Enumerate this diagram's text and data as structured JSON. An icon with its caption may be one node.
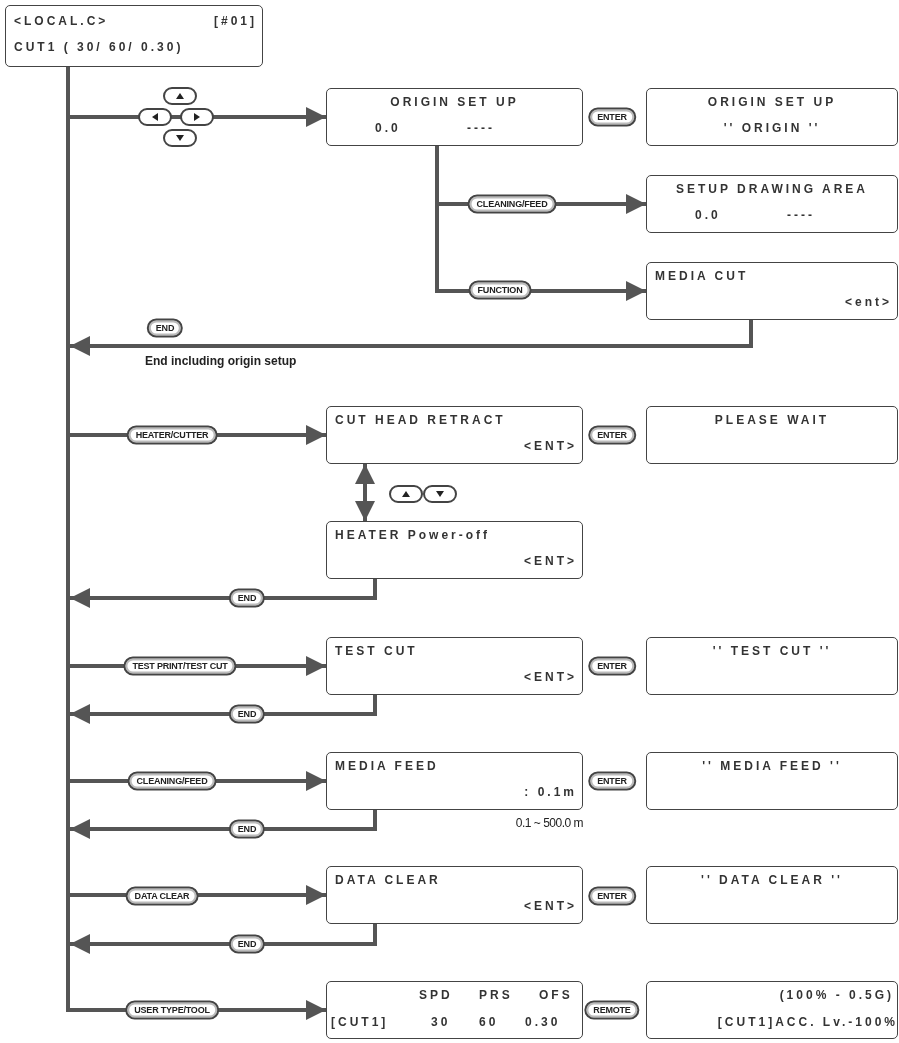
{
  "diagram": {
    "nodes": [
      {
        "text": [
          "<LOCAL.C>",
          "[#01]",
          "CUT1 ( 30/ 60/ 0.30)"
        ]
      },
      {
        "text": [
          "ORIGIN SET UP",
          "0.0",
          "----"
        ]
      },
      {
        "text": [
          "ORIGIN SET UP",
          "'' ORIGIN ''"
        ]
      },
      {
        "text": [
          "SETUP DRAWING AREA",
          "0.0",
          "----"
        ]
      },
      {
        "text": [
          "MEDIA CUT",
          "<ent>"
        ]
      },
      {
        "text": [
          "CUT HEAD RETRACT",
          "<ENT>"
        ]
      },
      {
        "text": [
          "PLEASE WAIT"
        ]
      },
      {
        "text": [
          "HEATER Power-off",
          "<ENT>"
        ]
      },
      {
        "text": [
          "TEST CUT",
          "<ENT>"
        ]
      },
      {
        "text": [
          "'' TEST CUT ''"
        ]
      },
      {
        "text": [
          "MEDIA FEED",
          ": 0.1m"
        ],
        "beside": [
          "0.1 ~ 500.0 m"
        ]
      },
      {
        "text": [
          "'' MEDIA FEED ''"
        ]
      },
      {
        "text": [
          "DATA CLEAR",
          "<ENT>"
        ]
      },
      {
        "text": [
          "'' DATA CLEAR ''"
        ]
      },
      {
        "text": [
          "SPD",
          "PRS",
          "OFS",
          "[CUT1]",
          "30",
          "60",
          "0.30"
        ]
      },
      {
        "text": [
          "(100% - 0.5G)",
          "[CUT1]ACC. Lv.-100%"
        ]
      }
    ],
    "edges": [
      {
        "from": 0,
        "to": 1,
        "arrow": "to"
      },
      {
        "from": 1,
        "to": 3,
        "arrow": "to",
        "label": "CLEANING/FEED"
      },
      {
        "from": 1,
        "to": 4,
        "arrow": "to",
        "label": "FUNCTION"
      },
      {
        "from": 4,
        "to": null,
        "arrow": "to",
        "label": "END"
      },
      {
        "from": 0,
        "to": 5,
        "arrow": "to",
        "label": "HEATER/CUTTER"
      },
      {
        "from": 5,
        "to": 7,
        "arrow": "both"
      },
      {
        "from": 7,
        "to": null,
        "arrow": "to",
        "label": "END"
      },
      {
        "from": 0,
        "to": 8,
        "arrow": "to",
        "label": "TEST PRINT/TEST CUT"
      },
      {
        "from": 8,
        "to": null,
        "arrow": "to",
        "label": "END"
      },
      {
        "from": 0,
        "to": 10,
        "arrow": "to",
        "label": "CLEANING/FEED"
      },
      {
        "from": 10,
        "to": null,
        "arrow": "to",
        "label": "END"
      },
      {
        "from": 0,
        "to": 12,
        "arrow": "to",
        "label": "DATA CLEAR"
      },
      {
        "from": 12,
        "to": null,
        "arrow": "to",
        "label": "END"
      },
      {
        "from": 0,
        "to": 14,
        "arrow": "to",
        "label": "USER TYPE/TOOL"
      }
    ],
    "labels": [
      "ENTER",
      "End including origin setup",
      "ENTER",
      "ENTER",
      "ENTER",
      "ENTER",
      "REMOTE"
    ]
  }
}
